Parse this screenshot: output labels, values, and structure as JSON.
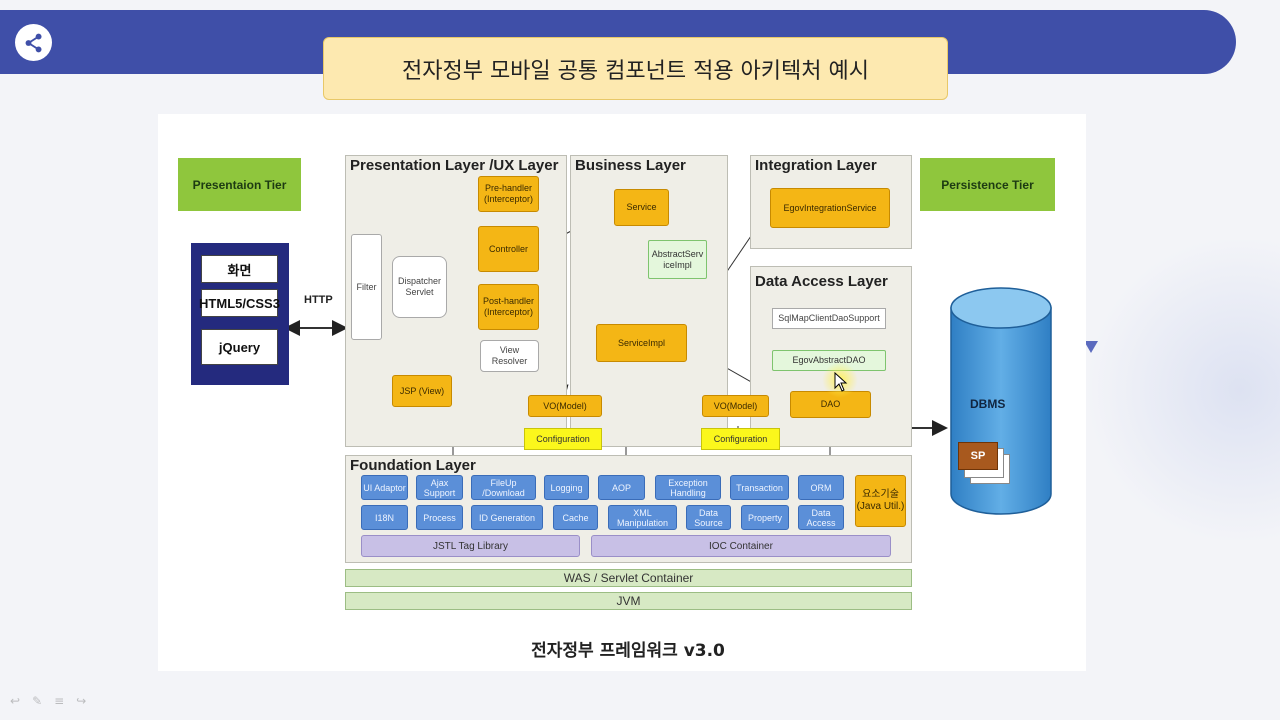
{
  "slide": {
    "title": "전자정부 모바일 공통 컴포넌트 적용 아키텍처 예시"
  },
  "icons": {
    "share": "share-icon",
    "cursor": "mouse-cursor-icon"
  },
  "colors": {
    "header": "#3f4fa8",
    "title_bg": "#fde9b0",
    "tier": "#8fc63d",
    "orange": "#f4b615",
    "blue": "#5b8fd8",
    "purple": "#c8c0e6",
    "dbms": "#4d97d4"
  },
  "diagram": {
    "caption": "전자정부 프레임워크 v3.0",
    "tiers": {
      "presentation": "Presentaion Tier",
      "persistence": "Persistence Tier"
    },
    "client": {
      "items": [
        "화면",
        "HTML5/CSS3",
        "jQuery"
      ]
    },
    "http_label": "HTTP",
    "layers": {
      "presentation": "Presentation Layer /UX Layer",
      "business": "Business Layer",
      "integration": "Integration Layer",
      "data_access": "Data Access Layer",
      "foundation": "Foundation Layer"
    },
    "components": {
      "filter": "Filter",
      "dispatcher": "Dispatcher Servlet",
      "prehandler": "Pre-handler (Interceptor)",
      "controller": "Controller",
      "posthandler": "Post-handler (Interceptor)",
      "viewresolver": "View Resolver",
      "jsp": "JSP (View)",
      "vo_left": "VO(Model)",
      "config_left": "Configuration",
      "service": "Service",
      "abstract_service": "AbstractServ iceImpl",
      "service_impl": "ServiceImpl",
      "vo_right": "VO(Model)",
      "config_right": "Configuration",
      "egov_integration": "EgovIntegrationService",
      "sqlmap": "SqlMapClientDaoSupport",
      "egov_abstract_dao": "EgovAbstractDAO",
      "dao": "DAO"
    },
    "foundation": {
      "row1": [
        "UI Adaptor",
        "Ajax Support",
        "FileUp /Download",
        "Logging",
        "AOP",
        "Exception Handling",
        "Transaction",
        "ORM"
      ],
      "row2": [
        "I18N",
        "Process",
        "ID Generation",
        "Cache",
        "XML Manipulation",
        "Data Source",
        "Property",
        "Data Access"
      ],
      "element_tech": "요소기술 (Java Util.)",
      "jstl": "JSTL Tag Library",
      "ioc": "IOC Container"
    },
    "was": "WAS / Servlet Container",
    "jvm": "JVM",
    "dbms": {
      "label": "DBMS",
      "sp": "SP"
    }
  }
}
